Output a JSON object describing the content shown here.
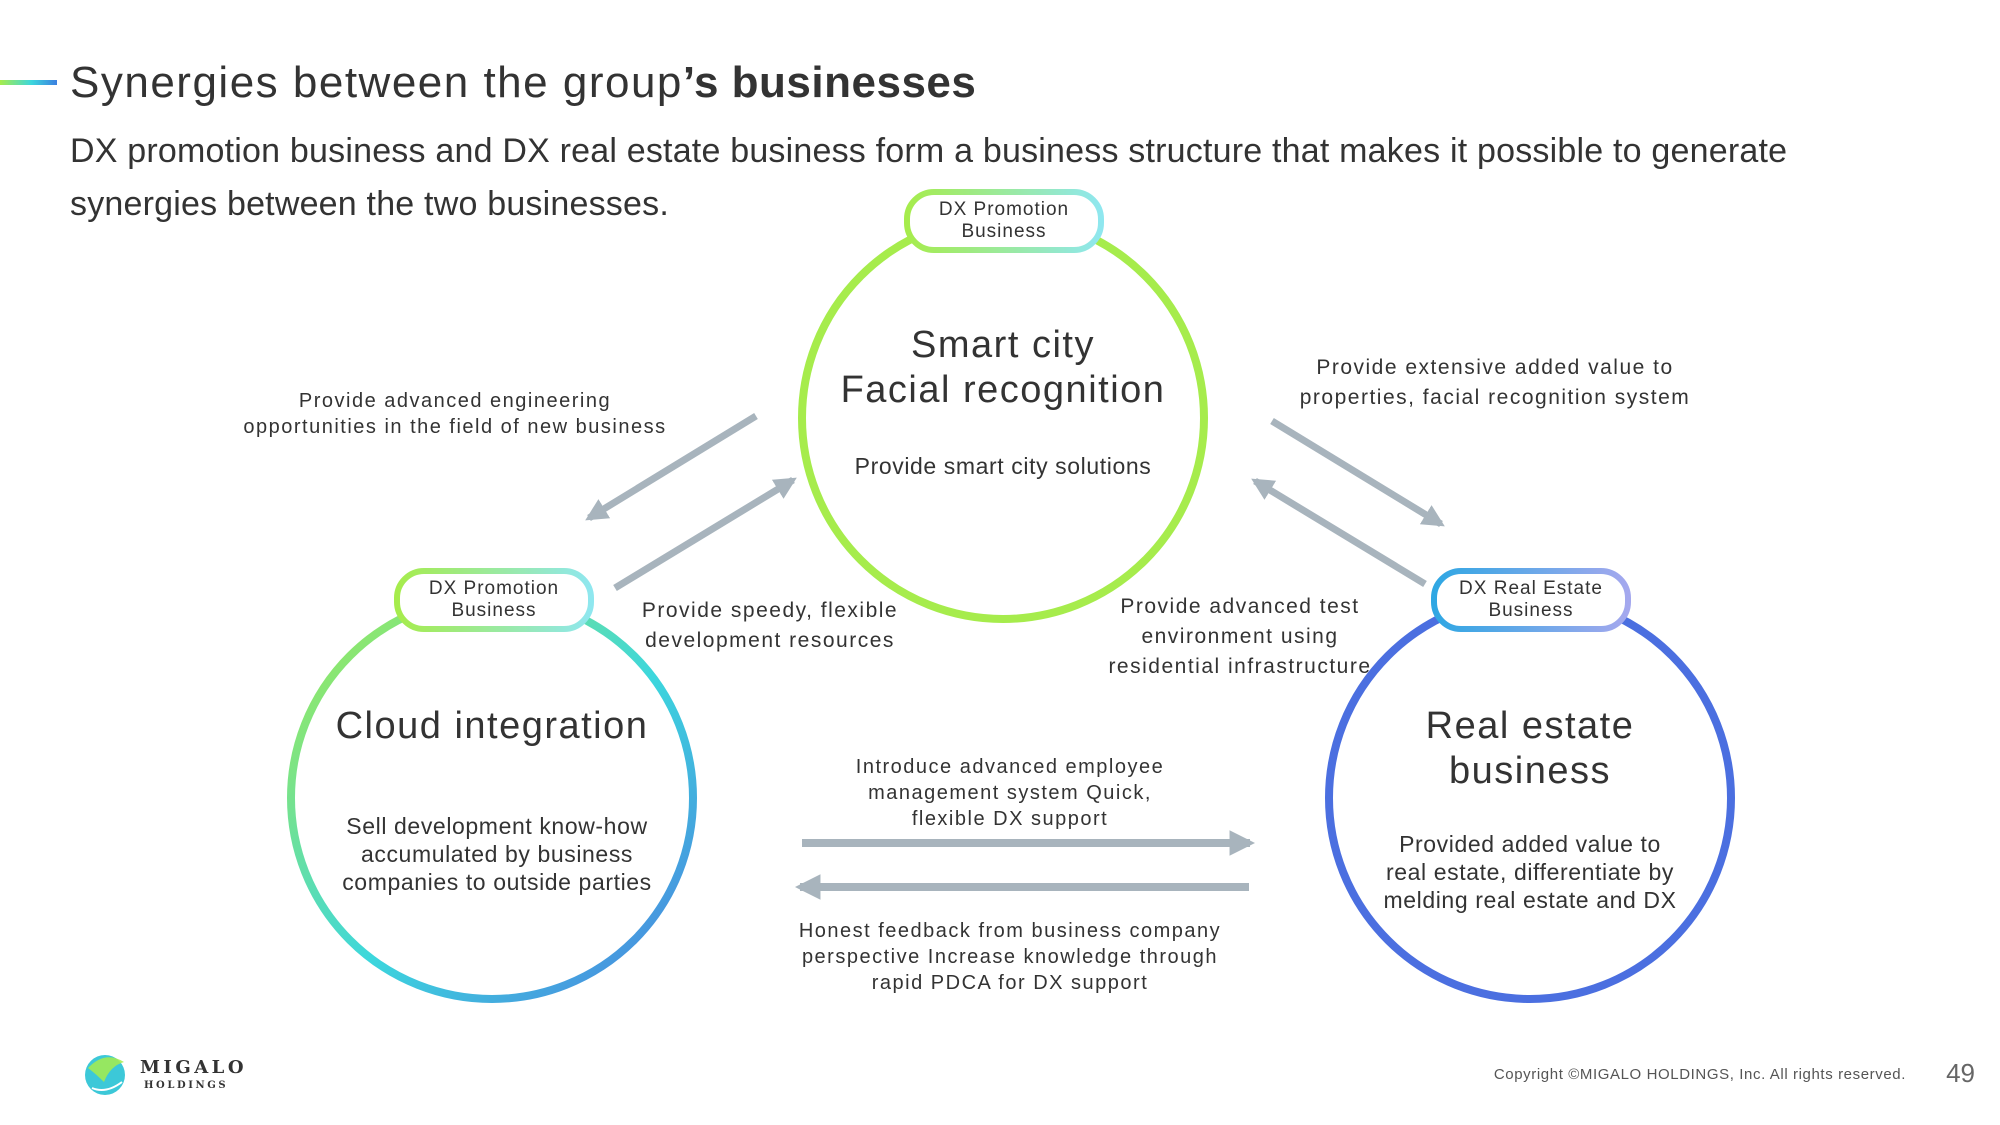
{
  "slide": {
    "title_light": "Synergies between the group",
    "title_bold": "’s businesses",
    "subtitle": "DX promotion business and DX real estate business form a business structure that makes it possible to generate synergies between the two businesses.",
    "copyright": "Copyright ©MIGALO HOLDINGS, Inc. All rights reserved.",
    "page_number": "49",
    "logo": {
      "name": "MIGALO",
      "sub": "HOLDINGS"
    }
  },
  "nodes": {
    "top": {
      "pill": [
        "DX Promotion",
        "Business"
      ],
      "heading": [
        "Smart city",
        "Facial recognition"
      ],
      "body": [
        "Provide smart city solutions"
      ]
    },
    "left": {
      "pill": [
        "DX Promotion",
        "Business"
      ],
      "heading": [
        "Cloud integration"
      ],
      "body": [
        "Sell development know-how",
        "accumulated by business",
        "companies to outside parties"
      ]
    },
    "right": {
      "pill": [
        "DX Real Estate",
        "Business"
      ],
      "heading": [
        "Real estate",
        "business"
      ],
      "body": [
        "Provided added value to",
        "real estate, differentiate by",
        "melding real estate and DX"
      ]
    }
  },
  "flows": {
    "top_to_left": [
      "Provide advanced engineering",
      "opportunities in the field of new business"
    ],
    "left_to_top": [
      "Provide speedy, flexible",
      "development resources"
    ],
    "top_to_right": [
      "Provide extensive added value to",
      "properties, facial recognition system"
    ],
    "right_to_top": [
      "Provide advanced test",
      "environment using",
      "residential infrastructure"
    ],
    "left_to_right": [
      "Introduce advanced employee",
      "management system Quick,",
      "flexible DX support"
    ],
    "right_to_left": [
      "Honest feedback from business company",
      "perspective Increase knowledge through",
      "rapid PDCA for DX support"
    ]
  },
  "colors": {
    "green": "#a6ec4c",
    "cyan": "#3cd7dd",
    "blue": "#4b6fe0",
    "arrow_gray": "#a8b4bd",
    "text": "#333333"
  }
}
